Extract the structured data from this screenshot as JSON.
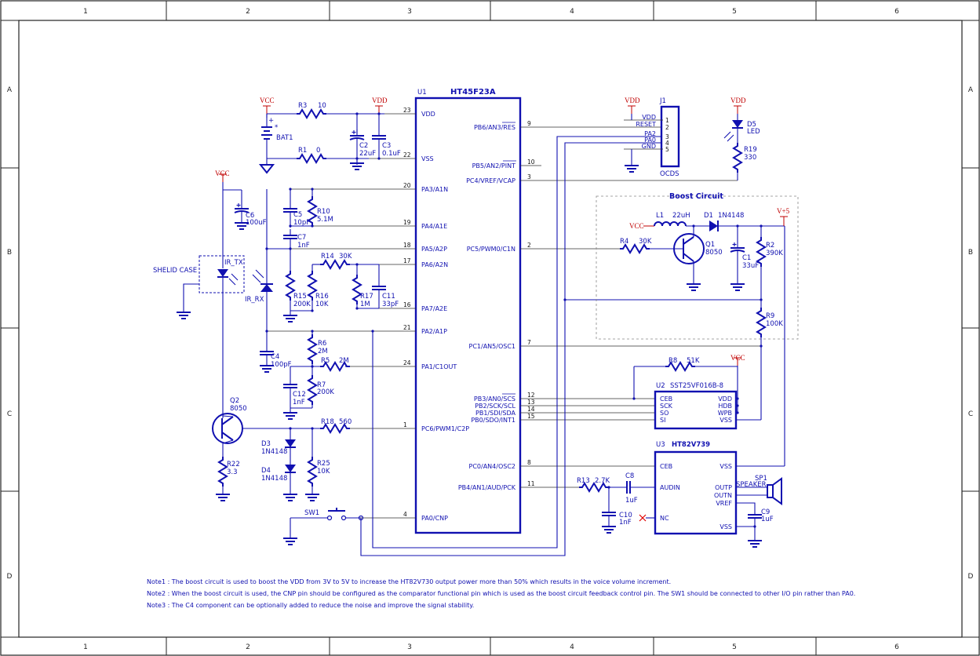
{
  "frame": {
    "columns": [
      "1",
      "2",
      "3",
      "4",
      "5",
      "6"
    ],
    "rows": [
      "A",
      "B",
      "C",
      "D"
    ]
  },
  "power_labels": {
    "vcc": "VCC",
    "vdd": "VDD",
    "v5": "V+5"
  },
  "u1": {
    "ref": "U1",
    "part": "HT45F23A",
    "left_pins": [
      {
        "num": "23",
        "name": "VDD"
      },
      {
        "num": "22",
        "name": "VSS"
      },
      {
        "num": "20",
        "name": "PA3/A1N"
      },
      {
        "num": "19",
        "name": "PA4/A1E"
      },
      {
        "num": "18",
        "name": "PA5/A2P"
      },
      {
        "num": "17",
        "name": "PA6/A2N"
      },
      {
        "num": "16",
        "name": "PA7/A2E"
      },
      {
        "num": "21",
        "name": "PA2/A1P"
      },
      {
        "num": "24",
        "name": "PA1/C1OUT"
      },
      {
        "num": "1",
        "name": "PC6/PWM1/C2P"
      },
      {
        "num": "4",
        "name": "PA0/CNP"
      }
    ],
    "right_pins": [
      {
        "num": "9",
        "name": "PB6/AN3/RES"
      },
      {
        "num": "10",
        "name": "PB5/AN2/PINT"
      },
      {
        "num": "3",
        "name": "PC4/VREF/VCAP"
      },
      {
        "num": "2",
        "name": "PC5/PWM0/C1N"
      },
      {
        "num": "7",
        "name": "PC1/AN5/OSC1"
      },
      {
        "num": "12",
        "name": "PB3/AN0/SCS"
      },
      {
        "num": "13",
        "name": "PB2/SCK/SCL"
      },
      {
        "num": "14",
        "name": "PB1/SDI/SDA"
      },
      {
        "num": "15",
        "name": "PB0/SDO/INT1"
      },
      {
        "num": "8",
        "name": "PC0/AN4/OSC2"
      },
      {
        "num": "11",
        "name": "PB4/AN1/AUD/PCK"
      }
    ]
  },
  "j1": {
    "ref": "J1",
    "name": "OCDS",
    "pins": [
      "1",
      "2",
      "3",
      "4",
      "5"
    ],
    "signals": [
      "VDD",
      "RESET",
      "PA2",
      "PA0",
      "GND"
    ]
  },
  "u2": {
    "ref": "U2",
    "part": "SST25VF016B-8",
    "left": [
      "CEB",
      "SCK",
      "SO",
      "SI"
    ],
    "right": [
      "VDD",
      "HDB",
      "WPB",
      "VSS"
    ]
  },
  "u3": {
    "ref": "U3",
    "part": "HT82V739",
    "left": [
      "CEB",
      "AUDIN",
      "NC"
    ],
    "right": [
      "VSS",
      "OUTP",
      "OUTN",
      "VREF",
      "VSS"
    ]
  },
  "boost": {
    "title": "Boost Circuit"
  },
  "parts": {
    "R3": [
      "R3",
      "10"
    ],
    "R1": [
      "R1",
      "0"
    ],
    "BAT1": [
      "BAT1"
    ],
    "C2": [
      "C2",
      "22uF"
    ],
    "C3": [
      "C3",
      "0.1uF"
    ],
    "C6": [
      "C6",
      "100uF"
    ],
    "C5": [
      "C5",
      "10pF"
    ],
    "R10": [
      "R10",
      "5.1M"
    ],
    "C7": [
      "C7",
      "1nF"
    ],
    "R14": [
      "R14",
      "30K"
    ],
    "R15": [
      "R15",
      "200K"
    ],
    "R16": [
      "R16",
      "10K"
    ],
    "R17": [
      "R17",
      "1M"
    ],
    "C11": [
      "C11",
      "33pF"
    ],
    "C4": [
      "C4",
      "100pF"
    ],
    "R6": [
      "R6",
      "2M"
    ],
    "R5": [
      "R5",
      "2M"
    ],
    "R7": [
      "R7",
      "200K"
    ],
    "C12": [
      "C12",
      "1nF"
    ],
    "Q2": [
      "Q2",
      "8050"
    ],
    "R22": [
      "R22",
      "3.3"
    ],
    "D3": [
      "D3",
      "1N4148"
    ],
    "D4": [
      "D4",
      "1N4148"
    ],
    "R18": [
      "R18",
      "560"
    ],
    "R25": [
      "R25",
      "10K"
    ],
    "SW1": [
      "SW1"
    ],
    "D5": [
      "D5",
      "LED"
    ],
    "R19": [
      "R19",
      "330"
    ],
    "L1": [
      "L1",
      "22uH"
    ],
    "D1": [
      "D1",
      "1N4148"
    ],
    "R4": [
      "R4",
      "30K"
    ],
    "Q1": [
      "Q1",
      "8050"
    ],
    "R2": [
      "R2",
      "390K"
    ],
    "C1": [
      "C1",
      "33uF"
    ],
    "R9": [
      "R9",
      "100K"
    ],
    "R8": [
      "R8",
      "51K"
    ],
    "R13": [
      "R13",
      "2.7K"
    ],
    "C8": [
      "C8",
      "1uF"
    ],
    "C10": [
      "C10",
      "1nF"
    ],
    "C9": [
      "C9",
      "1uF"
    ],
    "SP1": [
      "SP1",
      "SPEAKER"
    ],
    "IR_TX": [
      "IR_TX"
    ],
    "IR_RX": [
      "IR_RX"
    ],
    "SHIELD": [
      "SHELID CASE"
    ]
  },
  "notes": [
    "Note1 : The boost circuit is used to boost the VDD from 3V to 5V to increase the HT82V730 output power more than 50% which results in the voice volume increment.",
    "Note2 : When the boost circuit is used, the CNP pin should be configured as the comparator functional pin which is used as the boost circuit feedback control pin. The SW1 should be connected to other I/O pin rather than PA0.",
    "Note3 : The C4 component can be optionally added to reduce the noise and improve the signal stability."
  ]
}
